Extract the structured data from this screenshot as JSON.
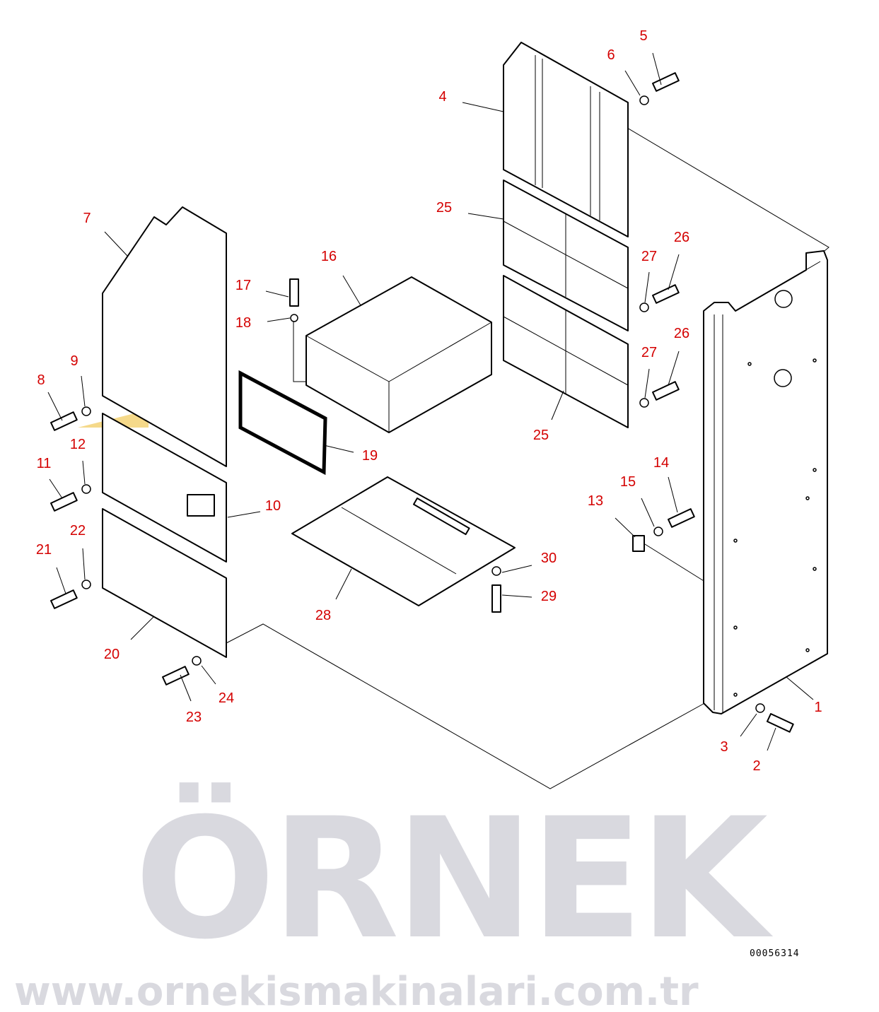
{
  "watermark": {
    "brand": "ÖRNEK",
    "url": "www.orneki smak inalari.com.tr"
  },
  "drawing_code": "00056314",
  "label_color": "#d40000",
  "callouts": [
    "1",
    "2",
    "3",
    "4",
    "5",
    "6",
    "7",
    "8",
    "9",
    "10",
    "11",
    "12",
    "13",
    "14",
    "15",
    "16",
    "17",
    "18",
    "19",
    "20",
    "21",
    "22",
    "23",
    "24",
    "25",
    "25",
    "26",
    "26",
    "27",
    "27",
    "28",
    "29",
    "30"
  ]
}
